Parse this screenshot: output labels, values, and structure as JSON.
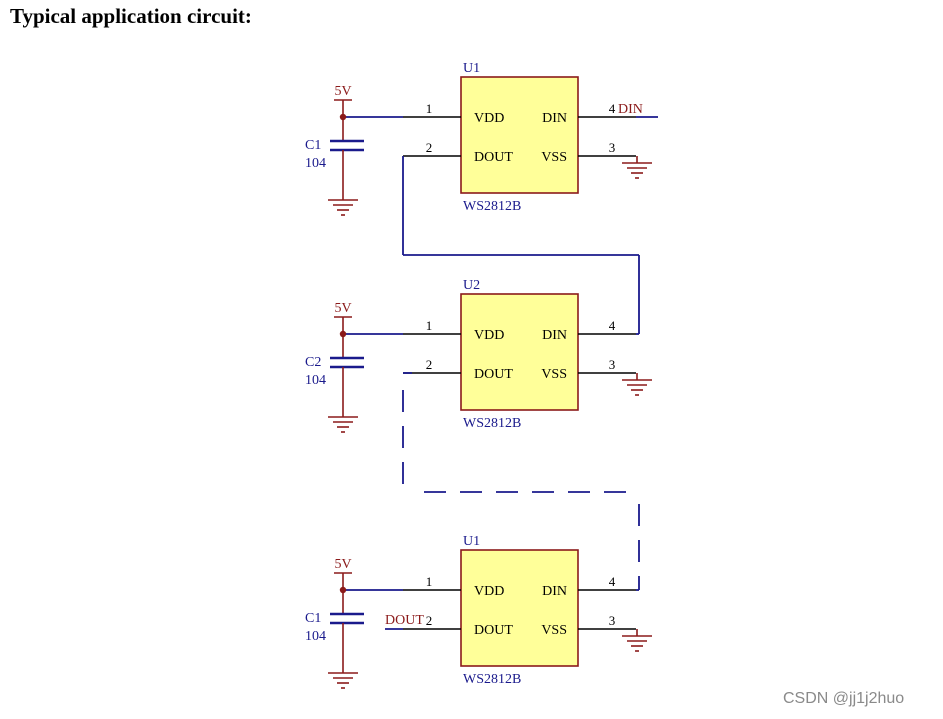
{
  "title": "Typical application circuit:",
  "watermark": "CSDN @jj1j2huo",
  "colors": {
    "wire": "#1a1a8c",
    "chip_fill": "#ffff99",
    "chip_border": "#8b1a1a",
    "ground": "#8b1a1a",
    "pin_line": "#000000",
    "label_blue": "#1a1a8c",
    "label_red": "#8b1a1a"
  },
  "stages": [
    {
      "ref": "U1",
      "part": "WS2812B",
      "supply": "5V",
      "cap_ref": "C1",
      "cap_value": "104",
      "pins": {
        "vdd": "VDD",
        "din": "DIN",
        "dout": "DOUT",
        "vss": "VSS"
      },
      "pin_numbers": {
        "vdd": "1",
        "dout": "2",
        "vss": "3",
        "din": "4"
      },
      "din_net": "DIN",
      "dout_net": ""
    },
    {
      "ref": "U2",
      "part": "WS2812B",
      "supply": "5V",
      "cap_ref": "C2",
      "cap_value": "104",
      "pins": {
        "vdd": "VDD",
        "din": "DIN",
        "dout": "DOUT",
        "vss": "VSS"
      },
      "pin_numbers": {
        "vdd": "1",
        "dout": "2",
        "vss": "3",
        "din": "4"
      },
      "din_net": "",
      "dout_net": ""
    },
    {
      "ref": "U1",
      "part": "WS2812B",
      "supply": "5V",
      "cap_ref": "C1",
      "cap_value": "104",
      "pins": {
        "vdd": "VDD",
        "din": "DIN",
        "dout": "DOUT",
        "vss": "VSS"
      },
      "pin_numbers": {
        "vdd": "1",
        "dout": "2",
        "vss": "3",
        "din": "4"
      },
      "din_net": "",
      "dout_net": "DOUT"
    }
  ]
}
